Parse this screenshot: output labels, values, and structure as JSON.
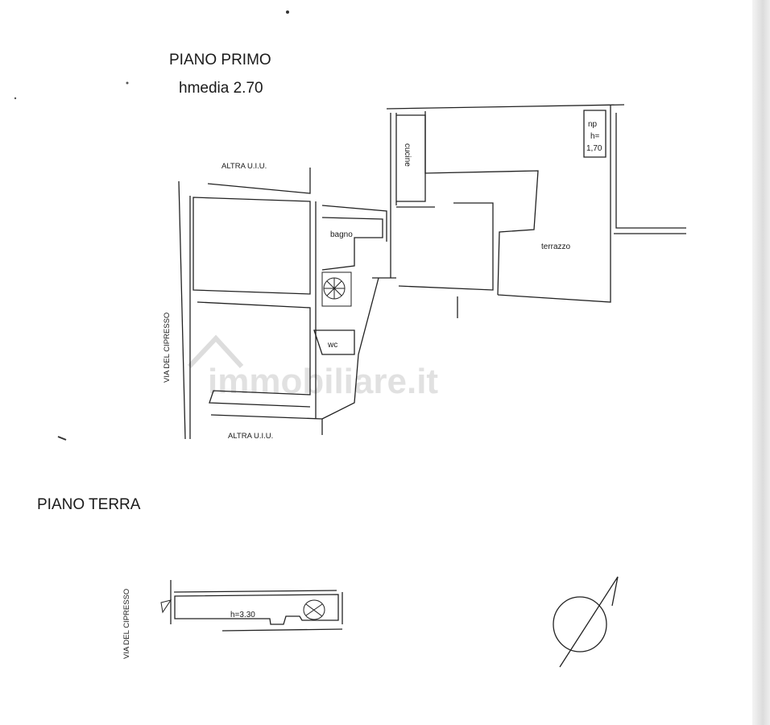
{
  "first_floor": {
    "title": "PIANO PRIMO",
    "avg_height": "hmedia 2.70",
    "neighbor_top": "ALTRA U.I.U.",
    "neighbor_bottom": "ALTRA U.I.U.",
    "street": "VIA DEL CIPRESSO",
    "rooms": {
      "kitchen": "cucine",
      "bathroom": "bagno",
      "terrace": "terrazzo",
      "wc": "wc",
      "np": "np",
      "np_h": "h=",
      "np_height": "1,70"
    }
  },
  "ground_floor": {
    "title": "PIANO TERRA",
    "street": "VIA DEL CIPRESSO",
    "height": "h=3.30"
  },
  "watermark": "immobiliare.it"
}
